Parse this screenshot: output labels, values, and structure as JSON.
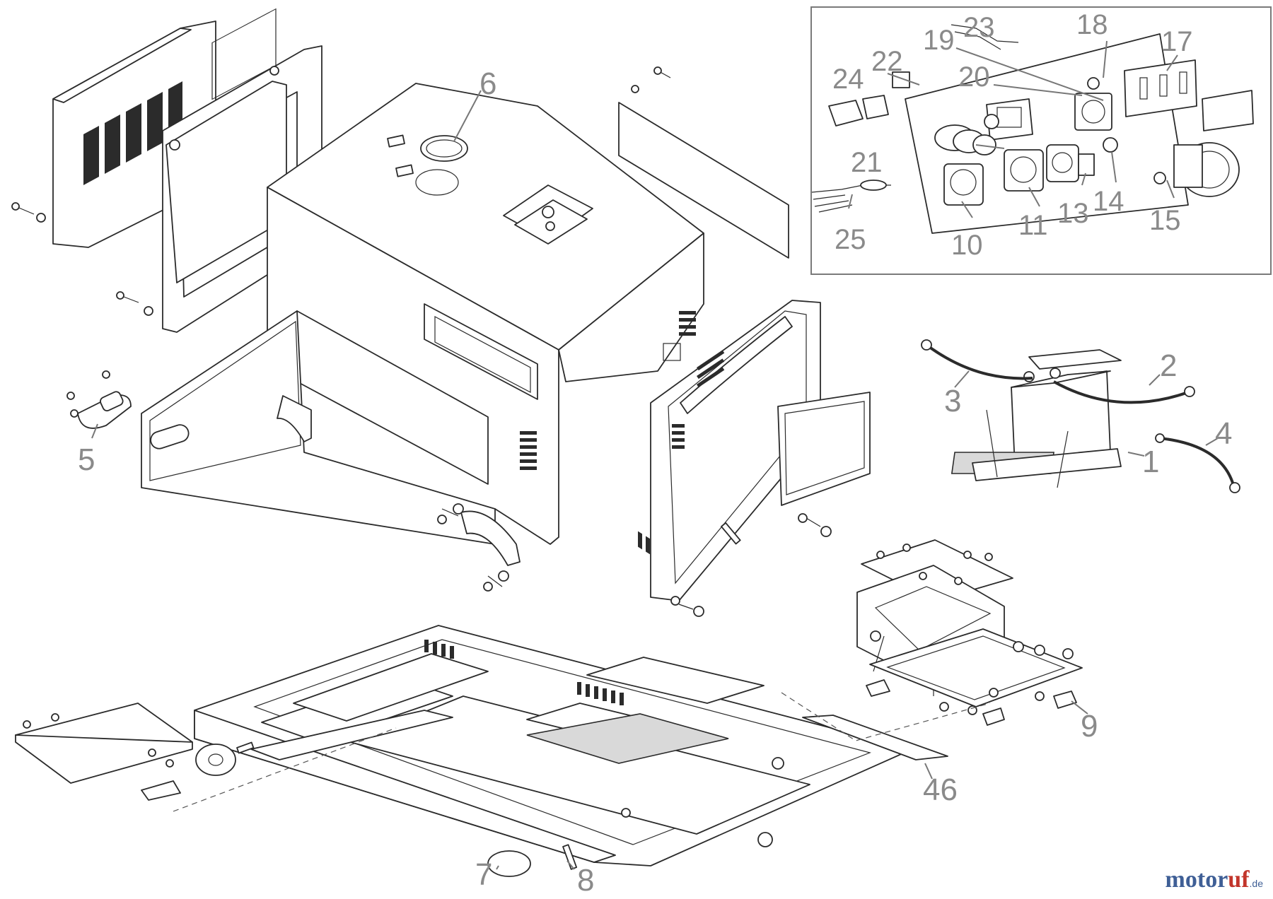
{
  "callouts": {
    "c1": "1",
    "c2": "2",
    "c3": "3",
    "c4": "4",
    "c5": "5",
    "c6": "6",
    "c7": "7",
    "c8": "8",
    "c9": "9",
    "c10": "10",
    "c11": "11",
    "c13": "13",
    "c14": "14",
    "c15": "15",
    "c17": "17",
    "c18": "18",
    "c19": "19",
    "c20": "20",
    "c21": "21",
    "c22": "22",
    "c23": "23",
    "c24": "24",
    "c25": "25",
    "c46": "46"
  },
  "brand": {
    "name_a": "motor",
    "name_b": "uf",
    "suffix": ".de"
  },
  "colors": {
    "callout": "#8a8a8a",
    "line": "#2b2b2b",
    "brand_blue": "#3f5f96",
    "brand_red": "#c2352b"
  }
}
